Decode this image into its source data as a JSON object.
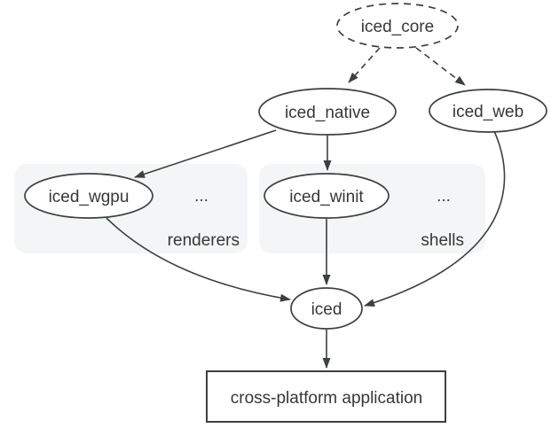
{
  "diagram": {
    "background": "#ffffff",
    "stroke_color": "#3b4043",
    "text_color": "#35373a",
    "nodes": {
      "iced_core": {
        "label": "iced_core",
        "shape": "ellipse",
        "border": "dashed"
      },
      "iced_native": {
        "label": "iced_native",
        "shape": "ellipse",
        "border": "solid"
      },
      "iced_web": {
        "label": "iced_web",
        "shape": "ellipse",
        "border": "solid"
      },
      "iced_wgpu": {
        "label": "iced_wgpu",
        "shape": "ellipse",
        "border": "solid",
        "group": "renderers"
      },
      "iced_winit": {
        "label": "iced_winit",
        "shape": "ellipse",
        "border": "solid",
        "group": "shells"
      },
      "iced": {
        "label": "iced",
        "shape": "ellipse",
        "border": "solid"
      },
      "application": {
        "label": "cross-platform application",
        "shape": "rectangle",
        "border": "solid"
      }
    },
    "groups": {
      "renderers": {
        "label": "renderers",
        "ellipsis": "...",
        "fill": "#f4f5f7",
        "label_color": "#1a73e8"
      },
      "shells": {
        "label": "shells",
        "ellipsis": "...",
        "fill": "#f4f5f7",
        "label_color": "#1a73e8"
      }
    },
    "edges": [
      {
        "from": "iced_core",
        "to": "iced_native",
        "style": "dashed"
      },
      {
        "from": "iced_core",
        "to": "iced_web",
        "style": "dashed"
      },
      {
        "from": "iced_native",
        "to": "iced_wgpu",
        "style": "solid"
      },
      {
        "from": "iced_native",
        "to": "iced_winit",
        "style": "solid"
      },
      {
        "from": "iced_wgpu",
        "to": "iced",
        "style": "solid"
      },
      {
        "from": "iced_winit",
        "to": "iced",
        "style": "solid"
      },
      {
        "from": "iced_web",
        "to": "iced",
        "style": "solid"
      },
      {
        "from": "iced",
        "to": "application",
        "style": "solid"
      }
    ]
  }
}
